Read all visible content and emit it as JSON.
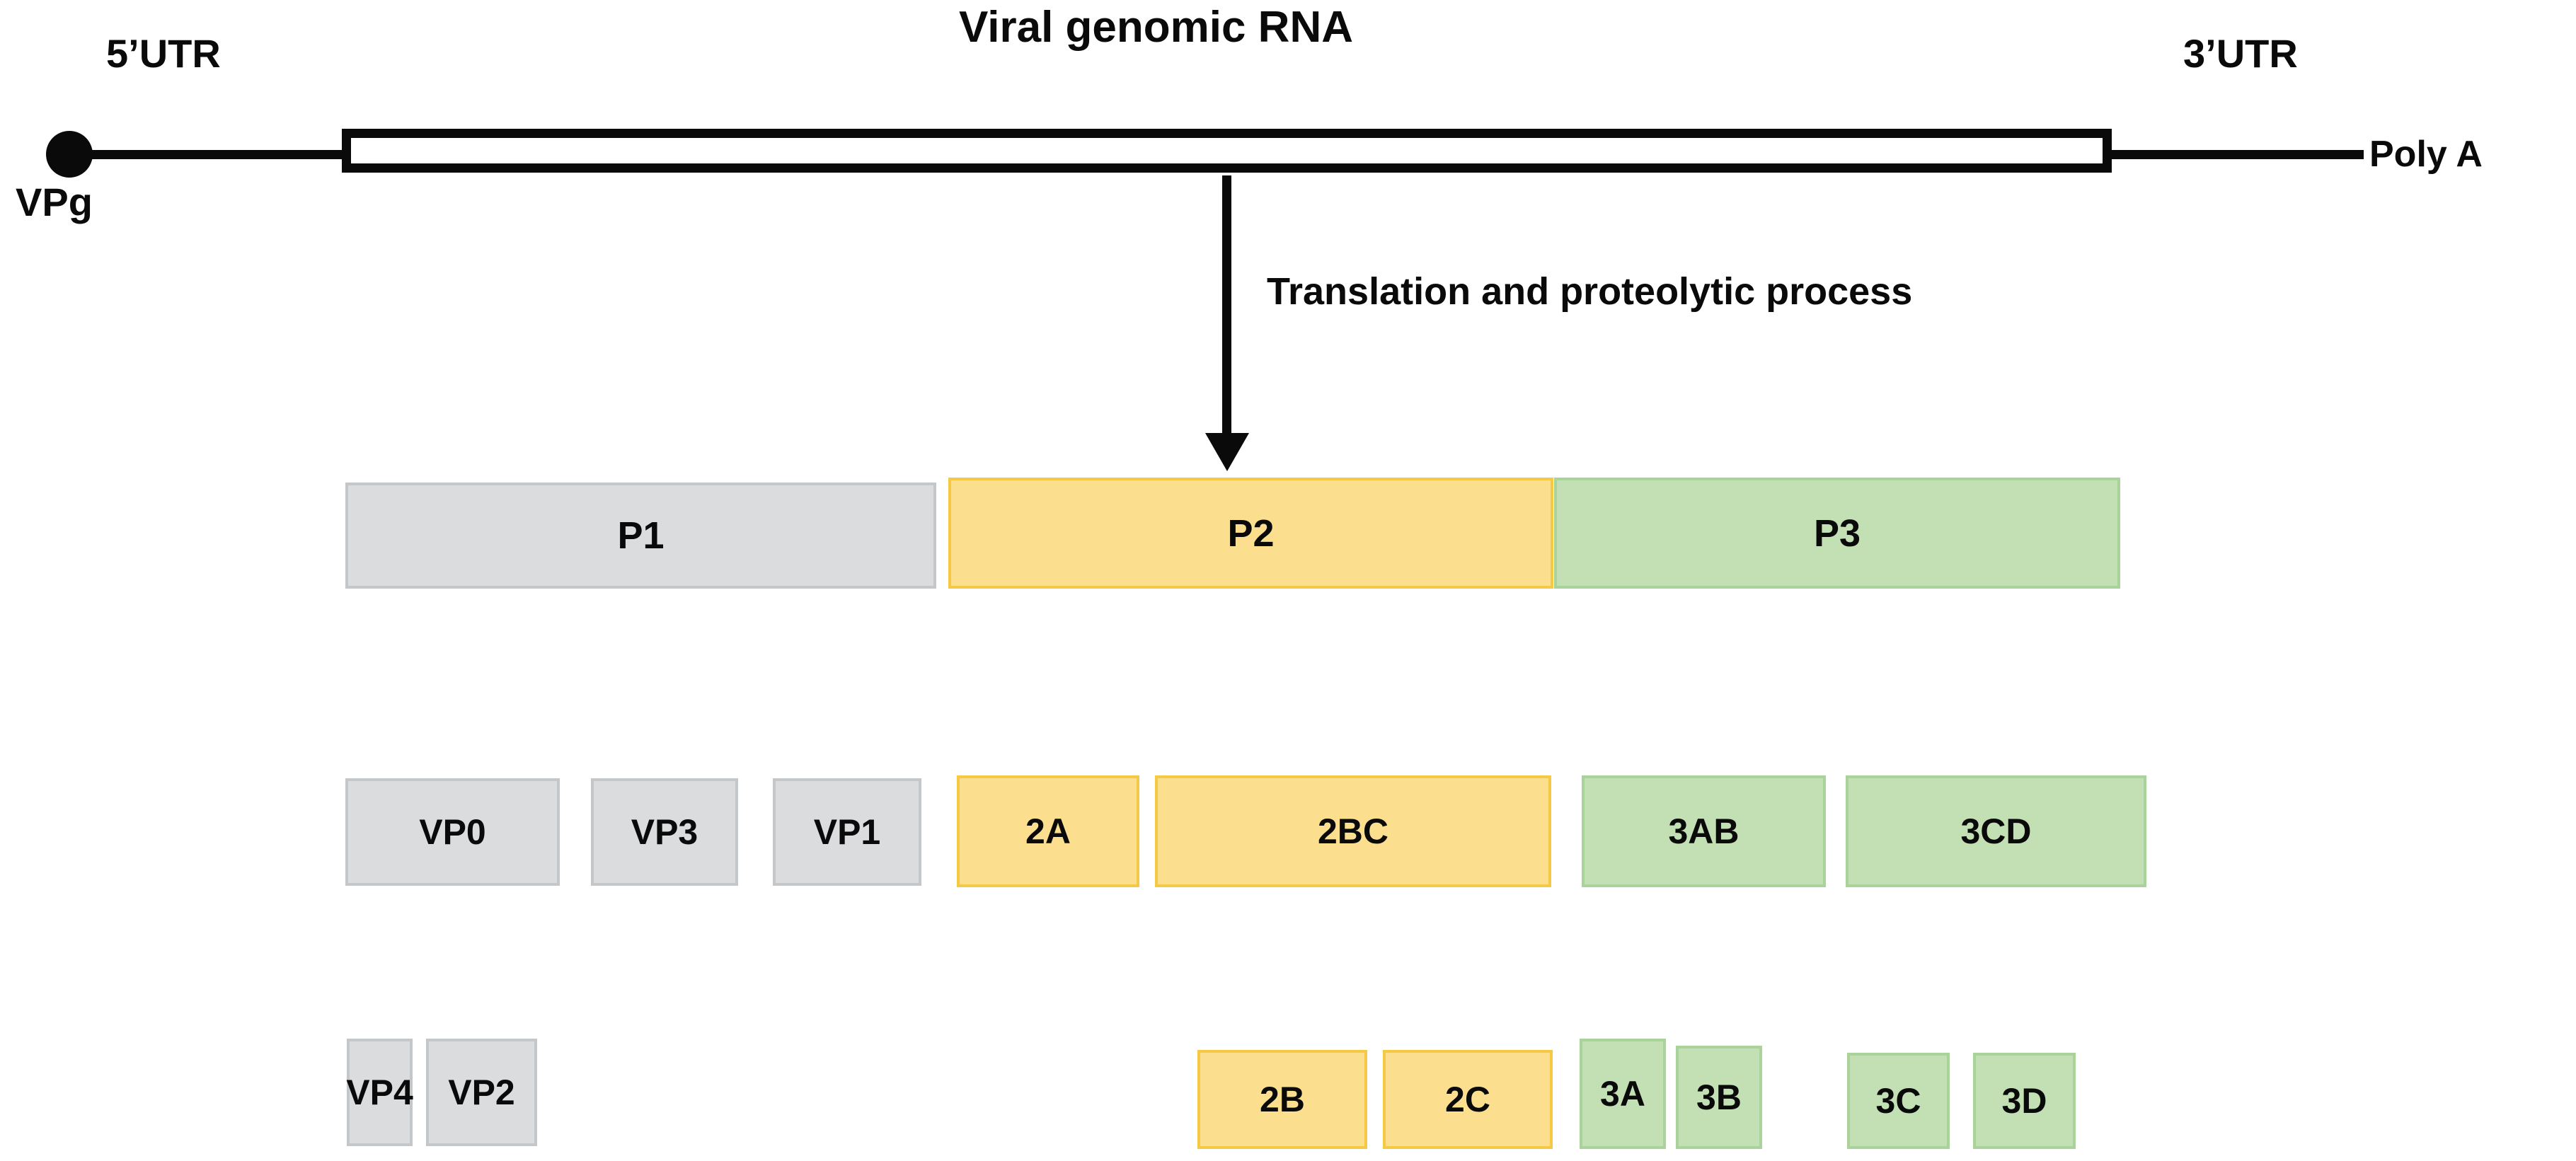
{
  "diagram": {
    "title": "Viral genomic RNA",
    "process_label": "Translation and proteolytic process",
    "genome": {
      "vpg_label": "VPg",
      "five_utr_label": "5’UTR",
      "three_utr_label": "3’UTR",
      "polya_label": "Poly A"
    },
    "colors": {
      "grey_fill": "#dadcdd",
      "grey_border": "#c3c7c9",
      "yellow_fill": "#fbdf8e",
      "yellow_border": "#f6c945",
      "green_fill": "#c2e0b4",
      "green_border": "#a9d39a",
      "ink": "#0a0a0a",
      "background": "#ffffff"
    },
    "rows": [
      {
        "name": "precursor-row",
        "boxes": [
          {
            "label": "P1",
            "color": "grey"
          },
          {
            "label": "P2",
            "color": "yellow"
          },
          {
            "label": "P3",
            "color": "green"
          }
        ]
      },
      {
        "name": "intermediate-row",
        "boxes": [
          {
            "label": "VP0",
            "color": "grey"
          },
          {
            "label": "VP3",
            "color": "grey"
          },
          {
            "label": "VP1",
            "color": "grey"
          },
          {
            "label": "2A",
            "color": "yellow"
          },
          {
            "label": "2BC",
            "color": "yellow"
          },
          {
            "label": "3AB",
            "color": "green"
          },
          {
            "label": "3CD",
            "color": "green"
          }
        ]
      },
      {
        "name": "mature-row",
        "boxes": [
          {
            "label": "VP4",
            "color": "grey"
          },
          {
            "label": "VP2",
            "color": "grey"
          },
          {
            "label": "2B",
            "color": "yellow"
          },
          {
            "label": "2C",
            "color": "yellow"
          },
          {
            "label": "3A",
            "color": "green"
          },
          {
            "label": "3B",
            "color": "green"
          },
          {
            "label": "3C",
            "color": "green"
          },
          {
            "label": "3D",
            "color": "green"
          }
        ]
      }
    ]
  }
}
